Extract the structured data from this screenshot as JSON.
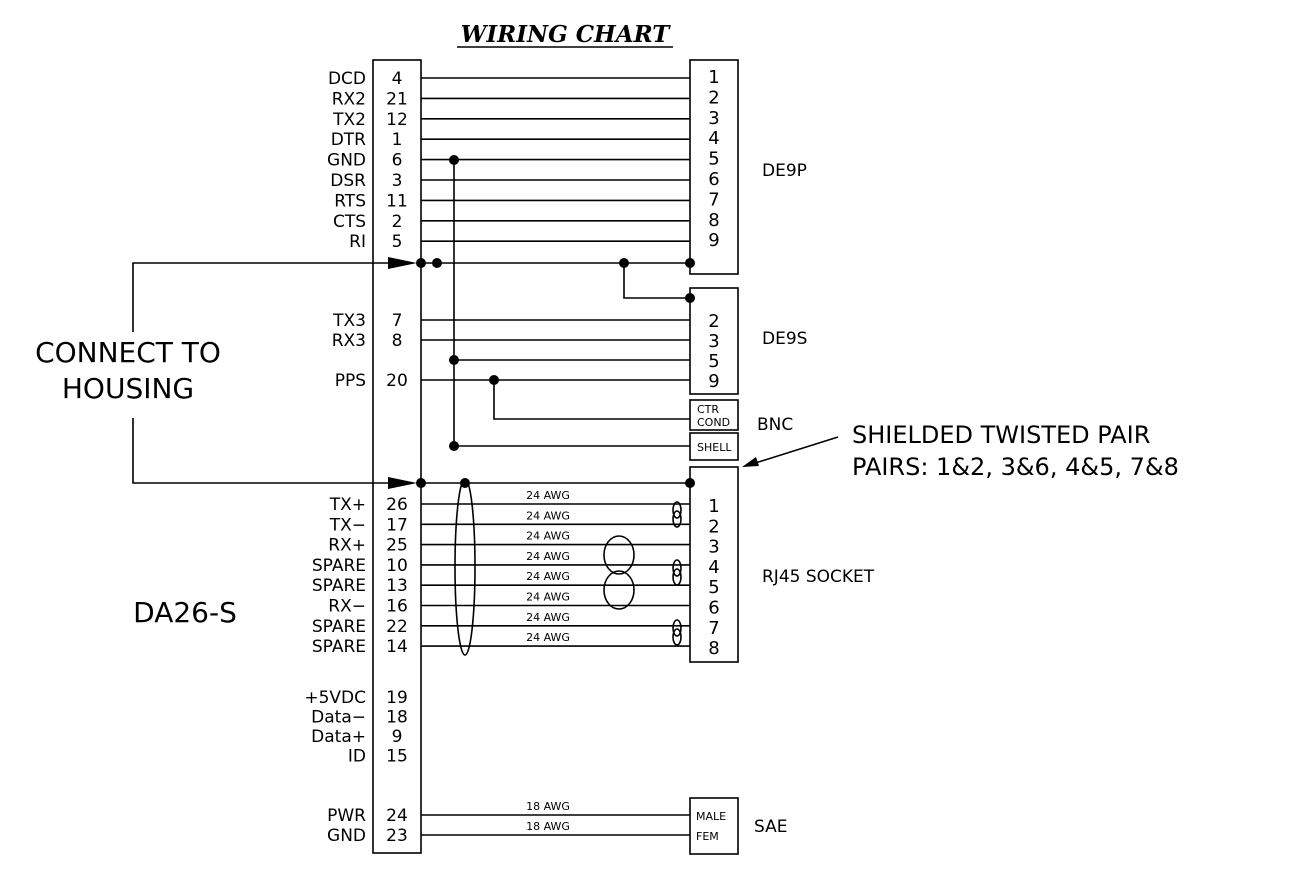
{
  "title": "WIRING CHART",
  "main_connector": "DA26-S",
  "housing_note": [
    "CONNECT TO",
    "HOUSING"
  ],
  "shield_note": [
    "SHIELDED TWISTED PAIR",
    "PAIRS: 1&2, 3&6, 4&5, 7&8"
  ],
  "connectors": {
    "de9p": "DE9P",
    "de9s": "DE9S",
    "bnc": "BNC",
    "rj45": "RJ45 SOCKET",
    "sae": "SAE"
  },
  "bnc_terms": {
    "ctr1": "CTR",
    "ctr2": "COND",
    "shell": "SHELL"
  },
  "sae_terms": {
    "male": "MALE",
    "fem": "FEM"
  },
  "de9p_rows": [
    {
      "signal": "DCD",
      "pin": "4",
      "dest": "1"
    },
    {
      "signal": "RX2",
      "pin": "21",
      "dest": "2"
    },
    {
      "signal": "TX2",
      "pin": "12",
      "dest": "3"
    },
    {
      "signal": "DTR",
      "pin": "1",
      "dest": "4"
    },
    {
      "signal": "GND",
      "pin": "6",
      "dest": "5"
    },
    {
      "signal": "DSR",
      "pin": "3",
      "dest": "6"
    },
    {
      "signal": "RTS",
      "pin": "11",
      "dest": "7"
    },
    {
      "signal": "CTS",
      "pin": "2",
      "dest": "8"
    },
    {
      "signal": "RI",
      "pin": "5",
      "dest": "9"
    }
  ],
  "de9s_rows": [
    {
      "signal": "TX3",
      "pin": "7",
      "dest": "2"
    },
    {
      "signal": "RX3",
      "pin": "8",
      "dest": "3"
    },
    {
      "signal": "",
      "pin": "",
      "dest": "5"
    },
    {
      "signal": "PPS",
      "pin": "20",
      "dest": "9"
    }
  ],
  "rj45_rows": [
    {
      "signal": "TX+",
      "pin": "26",
      "dest": "1",
      "awg": "24 AWG"
    },
    {
      "signal": "TX−",
      "pin": "17",
      "dest": "2",
      "awg": "24 AWG"
    },
    {
      "signal": "RX+",
      "pin": "25",
      "dest": "3",
      "awg": "24 AWG"
    },
    {
      "signal": "SPARE",
      "pin": "10",
      "dest": "4",
      "awg": "24 AWG"
    },
    {
      "signal": "SPARE",
      "pin": "13",
      "dest": "5",
      "awg": "24 AWG"
    },
    {
      "signal": "RX−",
      "pin": "16",
      "dest": "6",
      "awg": "24 AWG"
    },
    {
      "signal": "SPARE",
      "pin": "22",
      "dest": "7",
      "awg": "24 AWG"
    },
    {
      "signal": "SPARE",
      "pin": "14",
      "dest": "8",
      "awg": "24 AWG"
    }
  ],
  "misc_rows": [
    {
      "signal": "+5VDC",
      "pin": "19"
    },
    {
      "signal": "Data−",
      "pin": "18"
    },
    {
      "signal": "Data+",
      "pin": "9"
    },
    {
      "signal": "ID",
      "pin": "15"
    }
  ],
  "power_rows": [
    {
      "signal": "PWR",
      "pin": "24",
      "awg": "18 AWG"
    },
    {
      "signal": "GND",
      "pin": "23",
      "awg": "18 AWG"
    }
  ]
}
